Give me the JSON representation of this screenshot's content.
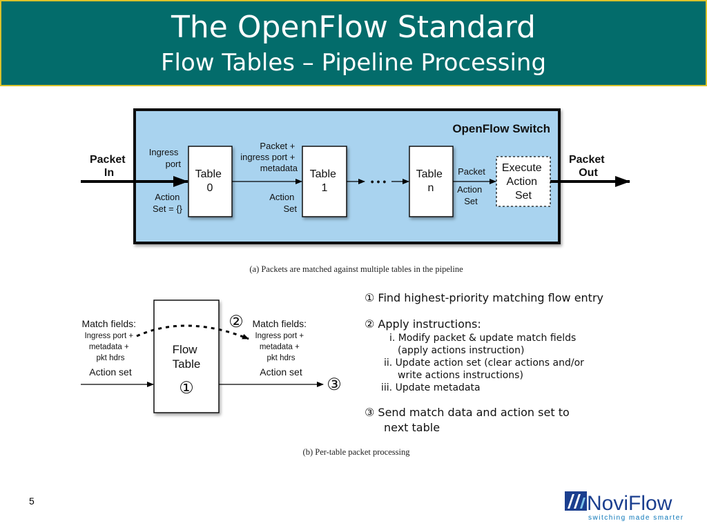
{
  "header": {
    "title": "The OpenFlow Standard",
    "subtitle": "Flow Tables – Pipeline Processing"
  },
  "diagram_a": {
    "switch_label": "OpenFlow Switch",
    "packet_in": [
      "Packet",
      "In"
    ],
    "packet_out": [
      "Packet",
      "Out"
    ],
    "ingress_port": [
      "Ingress",
      "port"
    ],
    "action_set_empty": [
      "Action",
      "Set = {}"
    ],
    "table0": [
      "Table",
      "0"
    ],
    "between_0_1_top": [
      "Packet +",
      "ingress port +",
      "metadata"
    ],
    "between_0_1_bottom": [
      "Action",
      "Set"
    ],
    "table1": [
      "Table",
      "1"
    ],
    "ellipsis": "• • •",
    "tablen": [
      "Table",
      "n"
    ],
    "after_n_packet": "Packet",
    "after_n_action": [
      "Action",
      "Set"
    ],
    "execute": [
      "Execute",
      "Action",
      "Set"
    ],
    "caption": "(a) Packets are matched against multiple tables in the pipeline"
  },
  "diagram_b": {
    "match_left": [
      "Match fields:",
      "Ingress port +",
      "metadata +",
      "pkt hdrs"
    ],
    "action_left": "Action set",
    "flow_table": [
      "Flow",
      "Table"
    ],
    "mark1": "①",
    "mark2": "②",
    "match_right": [
      "Match fields:",
      "Ingress port +",
      "metadata +",
      "pkt hdrs"
    ],
    "action_right": "Action set",
    "mark3": "③",
    "caption": "(b) Per-table packet processing"
  },
  "steps": {
    "s1": "① Find highest-priority matching flow entry",
    "s2": "② Apply instructions:",
    "s2_i": "i. Modify packet & update match fields",
    "s2_i_b": "(apply actions instruction)",
    "s2_ii": "ii. Update action set (clear actions and/or",
    "s2_ii_b": "write actions instructions)",
    "s2_iii": "iii. Update metadata",
    "s3": "③ Send match data and action set to",
    "s3_b": "next table"
  },
  "page_number": "5",
  "logo": {
    "name": "NoviFlow",
    "tagline": "switching made smarter",
    "color_dark": "#1b3f8f",
    "color_accent": "#0b76b8"
  },
  "colors": {
    "header_bg": "#036c6b",
    "header_border": "#d9c22a",
    "switch_bg": "#a9d3ef"
  }
}
